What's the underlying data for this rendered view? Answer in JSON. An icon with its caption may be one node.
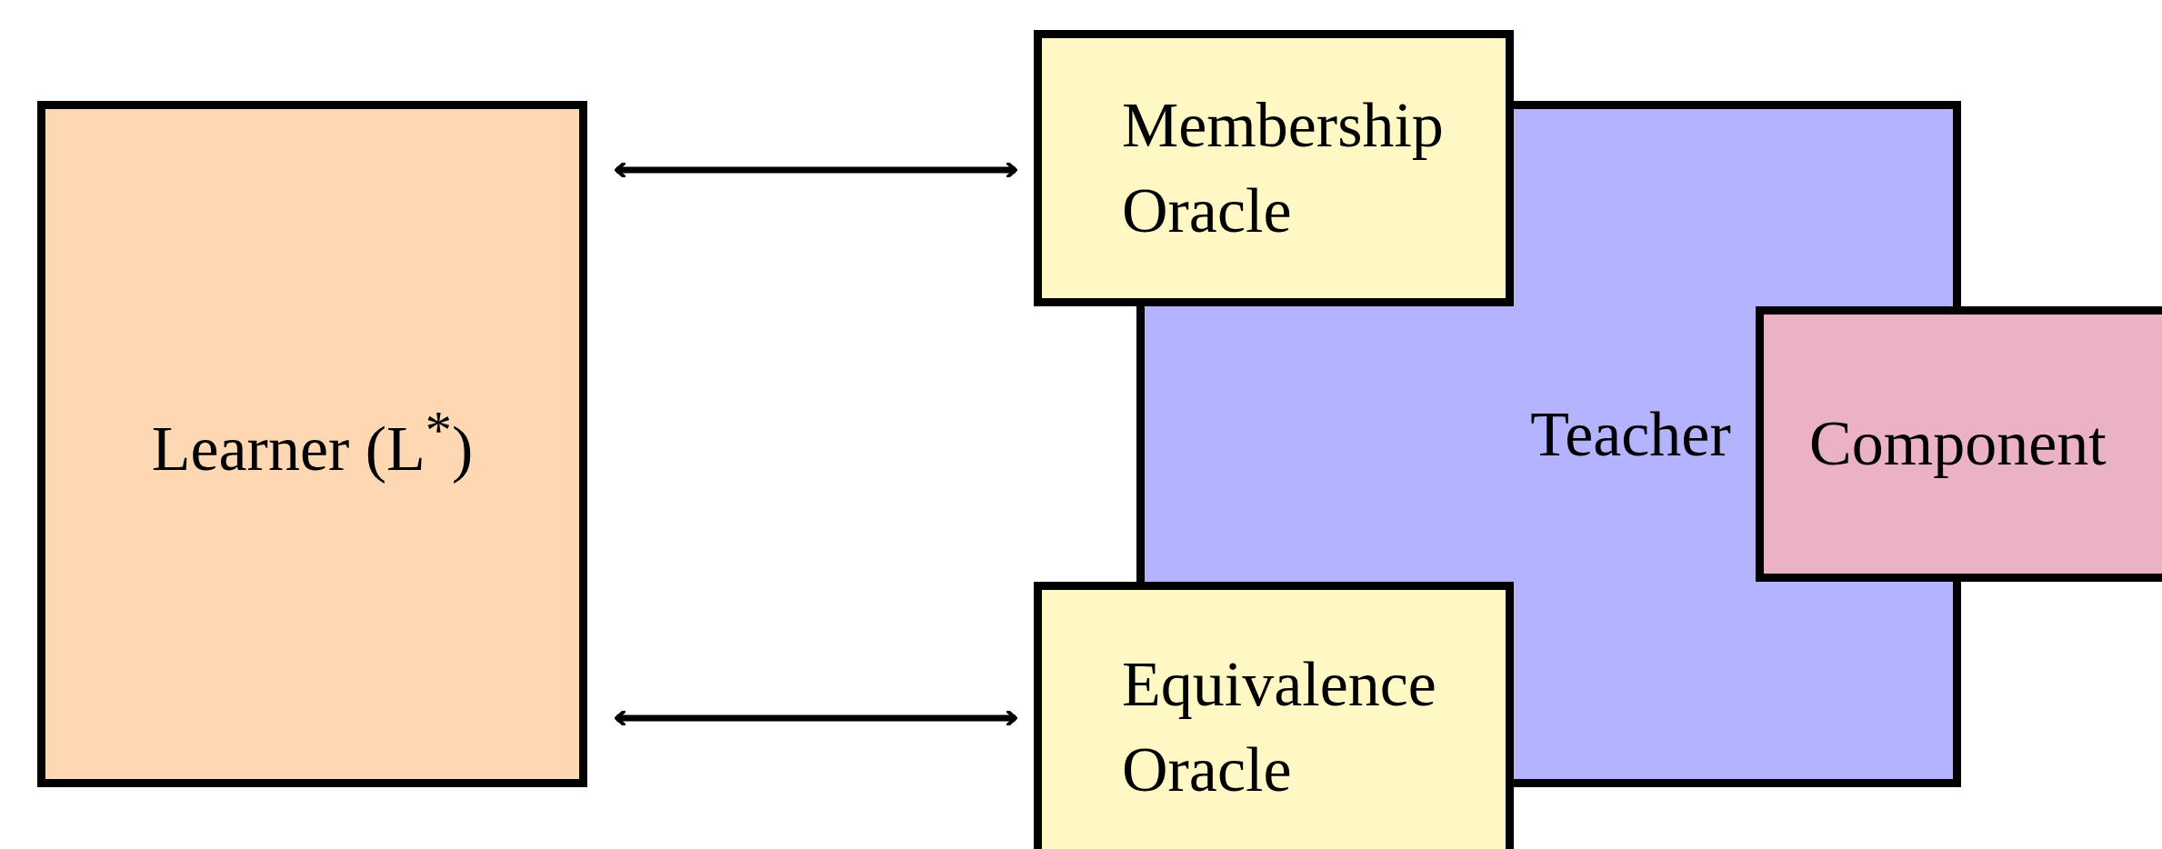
{
  "diagram": {
    "nodes": [
      {
        "text": [
          "Learner (L$^{*}$)"
        ]
      },
      {
        "text": [
          "Membership Oracle"
        ]
      },
      {
        "text": [
          "Teacher"
        ]
      },
      {
        "text": [
          "Component"
        ]
      },
      {
        "text": [
          "Equivalence Oracle"
        ]
      }
    ],
    "edges": [
      {
        "from": 0,
        "to": 1,
        "arrow": "both"
      },
      {
        "from": 0,
        "to": 4,
        "arrow": "both"
      }
    ]
  }
}
